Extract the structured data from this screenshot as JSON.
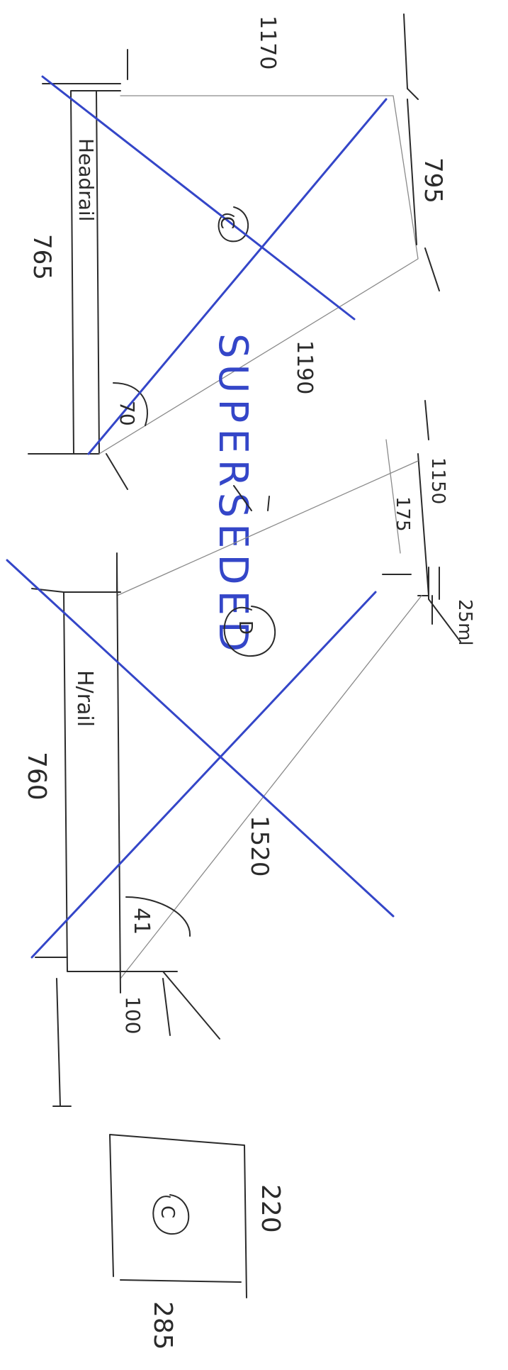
{
  "annotations": {
    "top_dim": "1170",
    "right_dim_upper": "795",
    "left_dim_upper": "765",
    "headrail_upper": "Headrail",
    "angle_upper": "70",
    "diag_upper": "1190",
    "circle_upper": "C",
    "stamp": "SUPERSEDED",
    "bracket_dim": "1150",
    "small_dim": "175",
    "side_dim": "25ml",
    "circle_mid": "D",
    "headrail_lower": "H/rail",
    "left_dim_lower": "760",
    "diag_lower": "1520",
    "angle_lower": "41",
    "foot_dim": "100",
    "circle_box": "C",
    "box_dim_side": "220",
    "box_dim_bottom": "285"
  }
}
